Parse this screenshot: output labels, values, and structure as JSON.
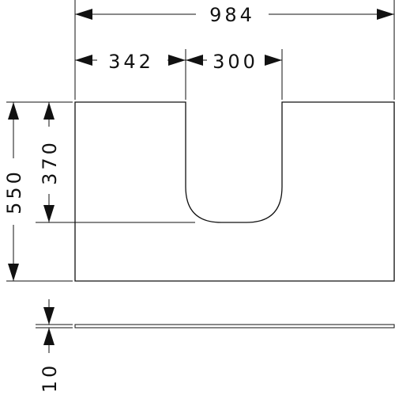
{
  "dimensions": {
    "total_width": "984",
    "left_segment": "342",
    "cutout_width": "300",
    "total_depth": "550",
    "cutout_depth": "370",
    "thickness": "10"
  },
  "colors": {
    "line": "#111111",
    "background": "#ffffff"
  }
}
